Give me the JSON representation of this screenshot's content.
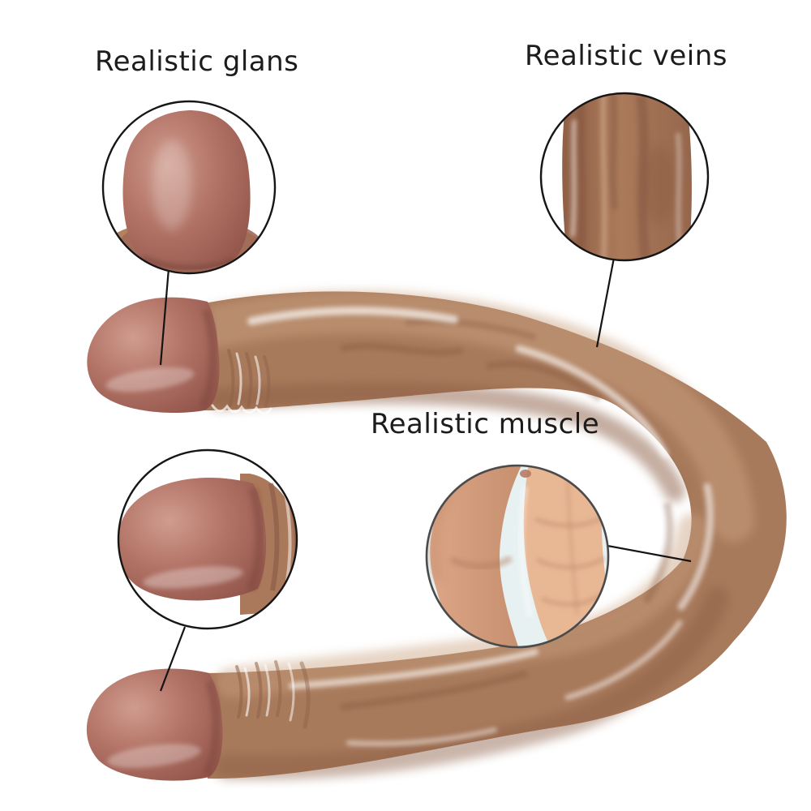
{
  "canvas": {
    "background": "#ffffff"
  },
  "callouts": {
    "glans": {
      "label": "Realistic glans"
    },
    "veins": {
      "label": "Realistic veins"
    },
    "muscle": {
      "label": "Realistic muscle"
    }
  },
  "colors": {
    "label_text": "#1c1c1c",
    "connector_line": "#141414",
    "inset_ring": "#161616",
    "muscle_inset_ring": "#4b4b4b",
    "inset_background": "#ffffff",
    "muscle_inset_background": "#e8f1f2",
    "shaft_base": "#a87a5c",
    "shaft_shadow": "#8a5c42",
    "shaft_highlight": "#c9a07e",
    "shaft_gloss": "#ffffff",
    "tip_base": "#b37467",
    "tip_highlight": "#cf9c8e",
    "tip_shadow": "#8e5147",
    "skin_tone": "#dca687",
    "skin_shadow": "#b07a5d"
  }
}
